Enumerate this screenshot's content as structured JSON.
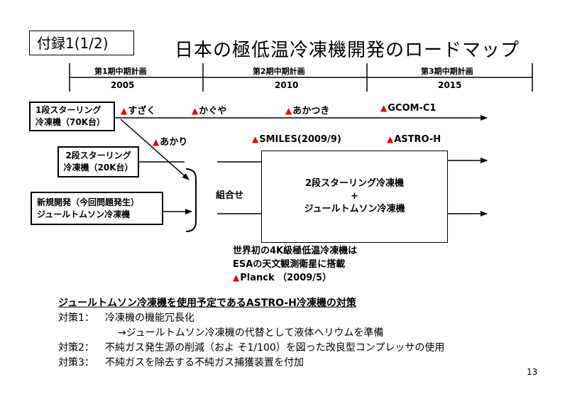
{
  "header": {
    "badge": "付録1(1/2)",
    "title": "日本の極低温冷凍機開発のロードマップ"
  },
  "timeline": {
    "phases": [
      "第1期中期計画",
      "第2期中期計画",
      "第3期中期計画"
    ],
    "years": [
      "2005",
      "2010",
      "2015"
    ]
  },
  "boxes": {
    "stirling1": [
      "1段スターリング",
      "冷凍機（70K台）"
    ],
    "stirling2": [
      "2段スターリング",
      "冷凍機（20K台）"
    ],
    "newdev": [
      "新規開発（今回問題発生）",
      "ジュールトムソン冷凍機"
    ]
  },
  "satellites": {
    "row1": [
      "すざく",
      "かぐや",
      "あかつき",
      "GCOM-C1"
    ],
    "akari": "あかり",
    "smiles": "SMILES(2009/9)",
    "astroh": "ASTRO-H",
    "planck": "Planck （2009/5）"
  },
  "combine_label": "組合せ",
  "center": {
    "line1": "2段スターリング冷凍機",
    "line2": "+",
    "line3": "ジュールトムソン冷凍機"
  },
  "note": {
    "line1": "世界初の4K級極低温冷凍機は",
    "line2": "ESAの天文観測衛星に搭載"
  },
  "measures": {
    "heading": "ジュールトムソン冷凍機を使用予定であるASTRO-H冷凍機の対策",
    "items": [
      {
        "label": "対策1：",
        "text": "冷凍機の機能冗長化"
      },
      {
        "label": "",
        "text": "→ジュールトムソン冷凍機の代替として液体ヘリウムを準備"
      },
      {
        "label": "対策2：",
        "text": "不純ガス発生源の削減（およ そ1/100）を図った改良型コンプレッサの使用"
      },
      {
        "label": "対策3：",
        "text": "不純ガスを除去する不純ガス捕獲装置を付加"
      }
    ]
  },
  "page_number": "13",
  "colors": {
    "marker": "#e00000",
    "line": "#000000"
  },
  "icons": {
    "marker": "red-triangle-icon"
  }
}
